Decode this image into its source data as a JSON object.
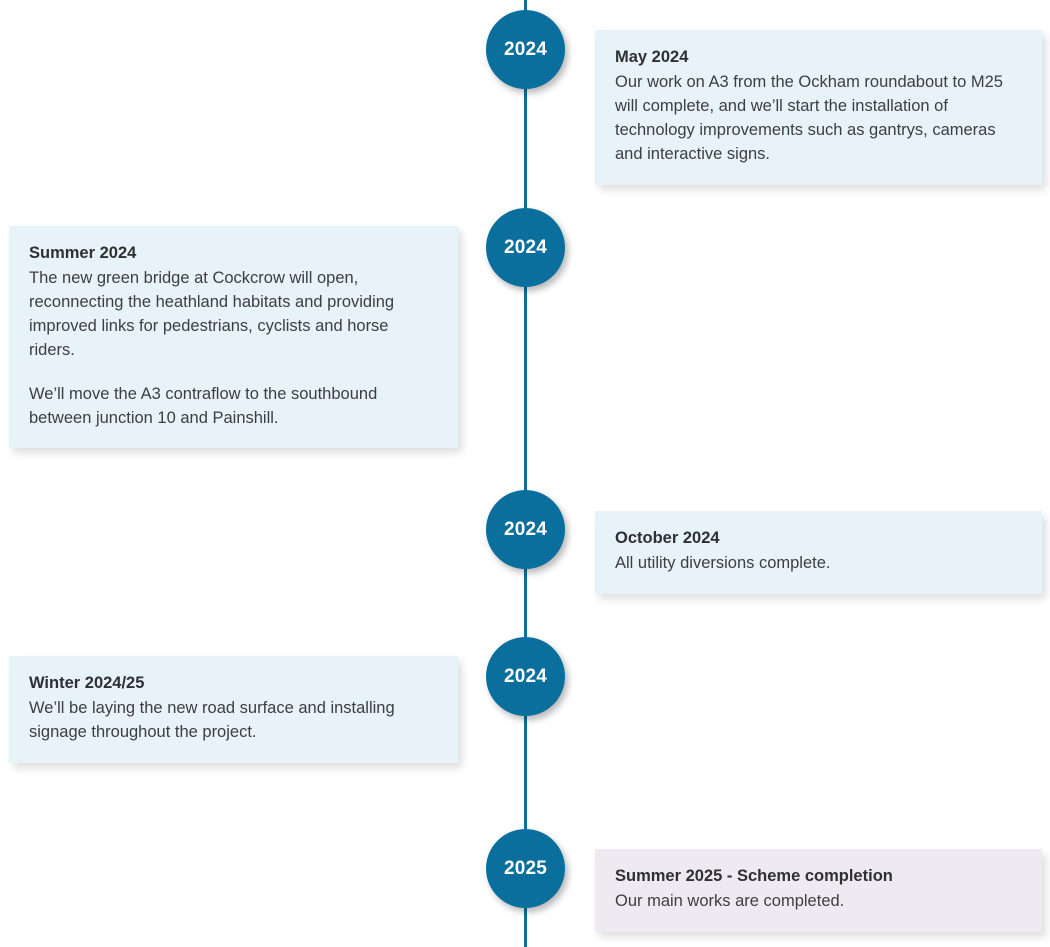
{
  "timeline": {
    "accent_color": "#0b6f9d",
    "line_color": "#0f6f9c",
    "card_blue_bg": "#e7f2f9",
    "card_violet_bg": "#efeaf2",
    "markers": [
      {
        "year": "2024"
      },
      {
        "year": "2024"
      },
      {
        "year": "2024"
      },
      {
        "year": "2024"
      },
      {
        "year": "2025"
      }
    ],
    "entries": [
      {
        "side": "right",
        "style": "blue",
        "title": "May 2024",
        "paragraphs": [
          "Our work on A3 from the Ockham roundabout to M25 will complete, and we’ll start the installation of technology improvements such as gantrys, cameras and interactive signs."
        ]
      },
      {
        "side": "left",
        "style": "blue",
        "title": "Summer 2024",
        "paragraphs": [
          "The new green bridge at Cockcrow will open, reconnecting the heathland habitats and providing improved links for pedestrians, cyclists and horse riders.",
          "We’ll move the A3 contraflow to the southbound between junction 10 and Painshill."
        ]
      },
      {
        "side": "right",
        "style": "blue",
        "title": "October 2024",
        "paragraphs": [
          "All utility diversions complete."
        ]
      },
      {
        "side": "left",
        "style": "blue",
        "title": "Winter 2024/25",
        "paragraphs": [
          "We’ll be laying the new road surface and installing signage throughout the project."
        ]
      },
      {
        "side": "right",
        "style": "violet",
        "title": "Summer 2025 - Scheme completion",
        "paragraphs": [
          "Our main works are completed."
        ]
      }
    ]
  }
}
